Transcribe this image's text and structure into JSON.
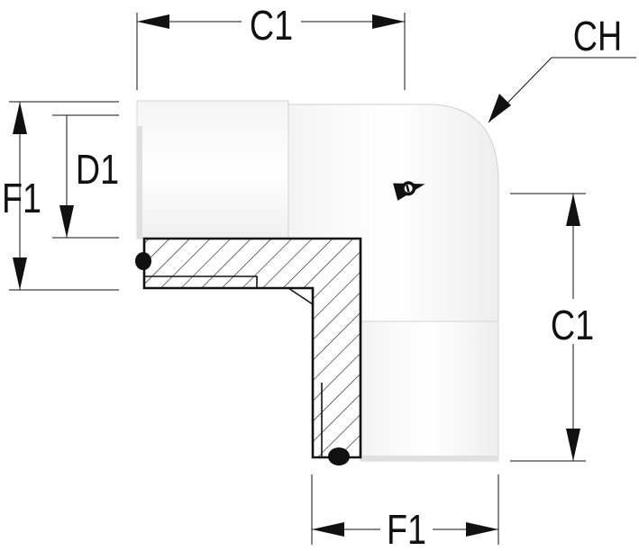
{
  "labels": {
    "c1_top": "C1",
    "c1_right": "C1",
    "f1_left": "F1",
    "f1_bottom": "F1",
    "d1": "D1",
    "ch": "CH"
  },
  "icons": {
    "brand_logo": "dunlop-d-logo"
  },
  "colors": {
    "line": "#111111",
    "body_fill": "#ffffff",
    "hatch": "#222222"
  }
}
